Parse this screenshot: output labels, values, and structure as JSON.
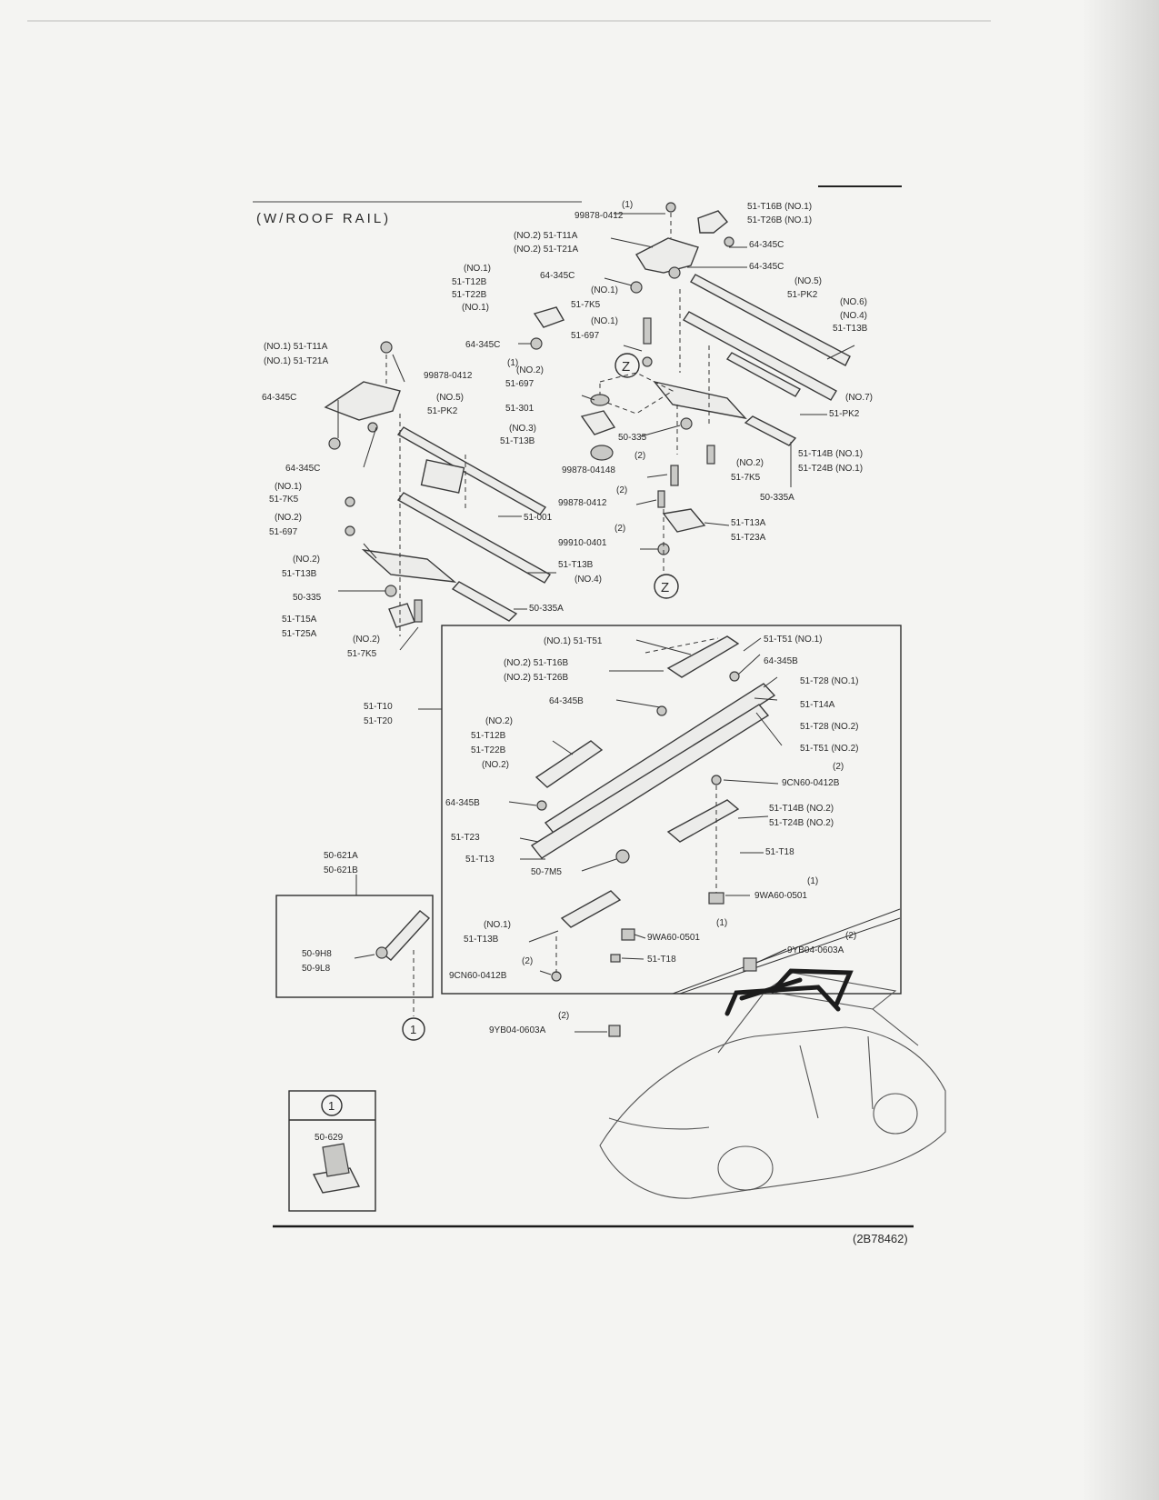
{
  "header": {
    "title": "(W/ROOF RAIL)"
  },
  "labels": {
    "99878_0412_top": "99878-0412",
    "no1_a": "(1)",
    "51_T16B_no1": "51-T16B (NO.1)",
    "51_T26B_no1": "51-T26B (NO.1)",
    "no2_51_T11A": "(NO.2) 51-T11A",
    "no2_51_T21A": "(NO.2) 51-T21A",
    "64_345C_a": "64-345C",
    "64_345C_b": "64-345C",
    "no1_51_T12B_head": "(NO.1)",
    "51_T12B_a": "51-T12B",
    "51_T22B_a": "51-T22B",
    "no1_tail_a": "(NO.1)",
    "64_345C_c": "64-345C",
    "no1_7K5": "(NO.1)",
    "51_7K5_a": "51-7K5",
    "no1_697": "(NO.1)",
    "51_697_a": "51-697",
    "no5_pk2_right": "(NO.5)",
    "51_PK2_right": "51-PK2",
    "no6": "(NO.6)",
    "no4_right": "(NO.4)",
    "51_T13B_right": "51-T13B",
    "64_345C_d": "64-345C",
    "no1_51_T11A_left": "(NO.1) 51-T11A",
    "no1_51_T21A_left": "(NO.1) 51-T21A",
    "no1_b": "(1)",
    "99878_0412_mid": "99878-0412",
    "no2_697": "(NO.2)",
    "51_697_b": "51-697",
    "64_345C_e": "64-345C",
    "no5_pk2_left": "(NO.5)",
    "51_PK2_left": "51-PK2",
    "51_301": "51-301",
    "no3": "(NO.3)",
    "51_T13B_no3": "51-T13B",
    "50_335_mid": "50-335",
    "no7": "(NO.7)",
    "51_PK2_no7": "51-PK2",
    "64_345C_f": "64-345C",
    "no2_b": "(2)",
    "99878_04148": "99878-04148",
    "no2_7K5_right": "(NO.2)",
    "51_7K5_right": "51-7K5",
    "51_T14B_no1": "51-T14B (NO.1)",
    "51_T24B_no1": "51-T24B (NO.1)",
    "50_335A_right": "50-335A",
    "no1_7K5_left": "(NO.1)",
    "51_7K5_left": "51-7K5",
    "no2_697_left": "(NO.2)",
    "51_697_left": "51-697",
    "51_001": "51-001",
    "no2_c": "(2)",
    "99878_0412_low": "99878-0412",
    "51_T13A": "51-T13A",
    "51_T23A": "51-T23A",
    "no2_d": "(2)",
    "99910_0401": "99910-0401",
    "no2_T13B_left": "(NO.2)",
    "51_T13B_left": "51-T13B",
    "51_T13B_no4": "51-T13B",
    "no4_left": "(NO.4)",
    "50_335_left": "50-335",
    "50_335A_left": "50-335A",
    "51_T15A": "51-T15A",
    "51_T25A": "51-T25A",
    "no2_7K5_bottom": "(NO.2)",
    "51_7K5_bottom": "51-7K5",
    "z_top": "Z",
    "z_bottom": "Z",
    "no1_51_T51": "(NO.1) 51-T51",
    "51_T51_no1": "51-T51 (NO.1)",
    "no2_51_T16B": "(NO.2) 51-T16B",
    "no2_51_T26B": "(NO.2) 51-T26B",
    "64_345B_a": "64-345B",
    "64_345B_b": "64-345B",
    "51_T28_no1": "51-T28 (NO.1)",
    "51_T14A": "51-T14A",
    "51_T28_no2": "51-T28 (NO.2)",
    "51_T51_no2": "51-T51 (NO.2)",
    "51_T10": "51-T10",
    "51_T20": "51-T20",
    "no2_T12B": "(NO.2)",
    "51_T12B_b": "51-T12B",
    "51_T22B_b": "51-T22B",
    "no2_T22B_tail": "(NO.2)",
    "no2_e": "(2)",
    "9CN60_0412B_a": "9CN60-0412B",
    "64_345B_c": "64-345B",
    "51_T14B_no2": "51-T14B (NO.2)",
    "51_T24B_no2": "51-T24B (NO.2)",
    "51_T23": "51-T23",
    "51_T13": "51-T13",
    "50_7M5": "50-7M5",
    "51_T18_a": "51-T18",
    "no1_c": "(1)",
    "9WA60_0501_a": "9WA60-0501",
    "50_621A": "50-621A",
    "50_621B": "50-621B",
    "no1_T13B": "(NO.1)",
    "51_T13B_no1": "51-T13B",
    "no1_d": "(1)",
    "9WA60_0501_b": "9WA60-0501",
    "51_T18_b": "51-T18",
    "no2_f": "(2)",
    "9YB04_0603A_a": "9YB04-0603A",
    "50_9H8": "50-9H8",
    "50_9L8": "50-9L8",
    "no2_g": "(2)",
    "9CN60_0412B_b": "9CN60-0412B",
    "no2_h": "(2)",
    "9YB04_0603A_b": "9YB04-0603A",
    "circle_one": "1",
    "circle_one_box": "1",
    "50_629": "50-629",
    "ref_code": "(2B78462)"
  }
}
